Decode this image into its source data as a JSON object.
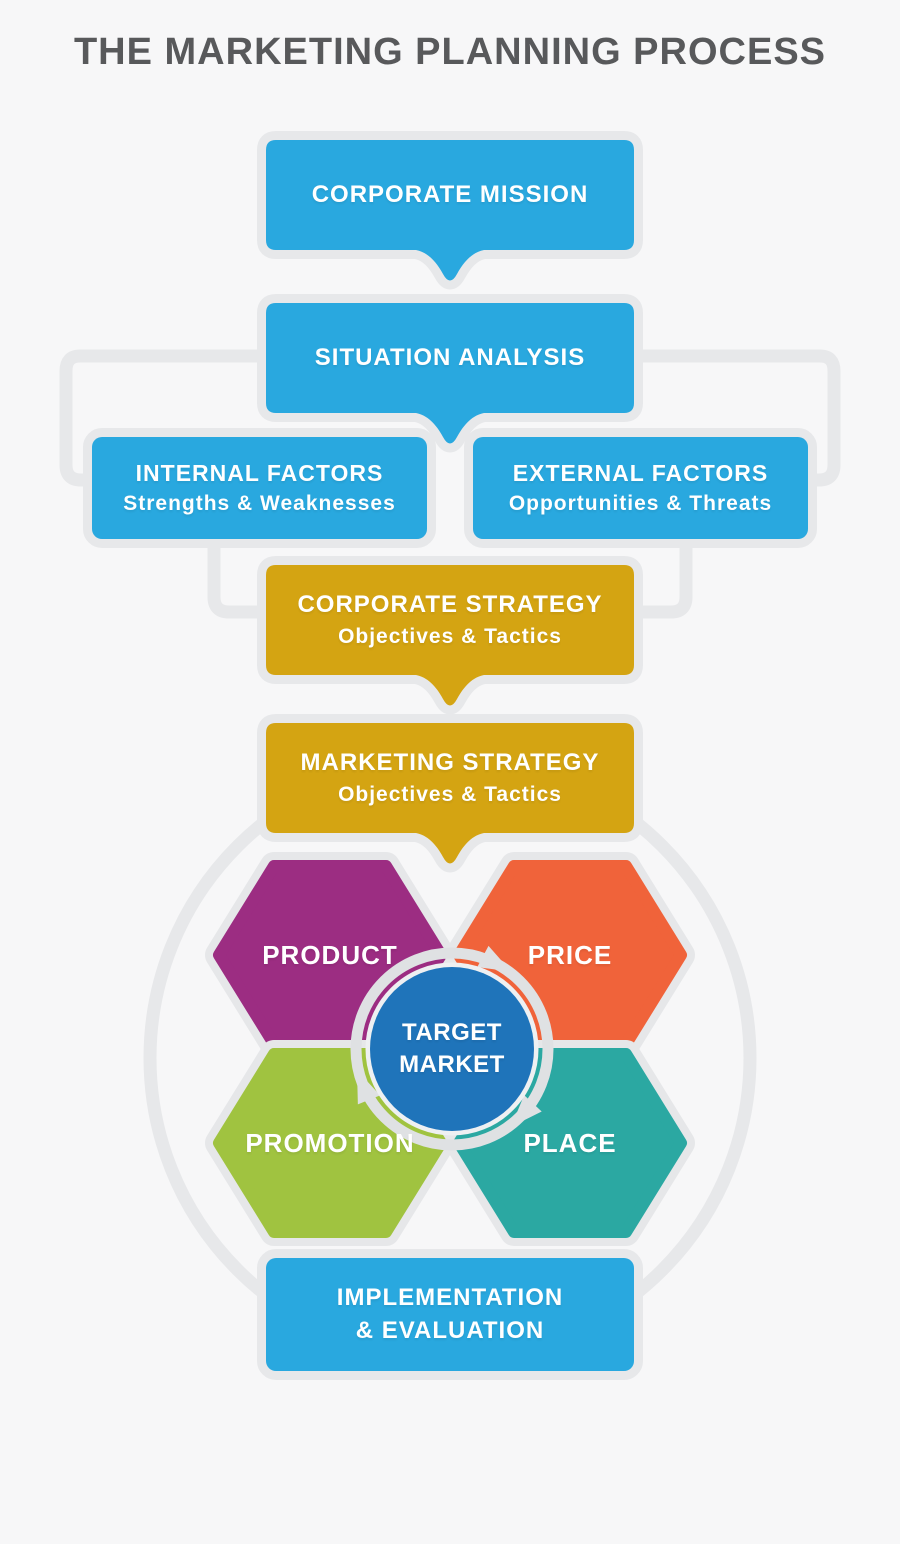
{
  "title": "THE MARKETING PLANNING PROCESS",
  "colors": {
    "background": "#f7f7f8",
    "blue": "#29a8df",
    "gold": "#d4a412",
    "purple": "#9c2d82",
    "orange": "#f0633a",
    "green": "#a0c340",
    "teal": "#2ba8a2",
    "target_blue": "#1f74ba",
    "connector_gray": "#e7e8ea",
    "title_gray": "#58595b"
  },
  "flow": {
    "corporate_mission": {
      "label": "CORPORATE MISSION"
    },
    "situation_analysis": {
      "label": "SITUATION ANALYSIS"
    },
    "internal_factors": {
      "line1": "INTERNAL FACTORS",
      "line2": "Strengths & Weaknesses"
    },
    "external_factors": {
      "line1": "EXTERNAL FACTORS",
      "line2": "Opportunities & Threats"
    },
    "corporate_strategy": {
      "line1": "CORPORATE STRATEGY",
      "line2": "Objectives & Tactics"
    },
    "marketing_strategy": {
      "line1": "MARKETING STRATEGY",
      "line2": "Objectives & Tactics"
    },
    "implementation_evaluation": {
      "line1": "IMPLEMENTATION",
      "line2": "& EVALUATION"
    }
  },
  "marketing_mix": {
    "product": {
      "label": "PRODUCT"
    },
    "price": {
      "label": "PRICE"
    },
    "promotion": {
      "label": "PROMOTION"
    },
    "place": {
      "label": "PLACE"
    },
    "target_market": {
      "line1": "TARGET",
      "line2": "MARKET"
    }
  },
  "icons": {
    "cycle_arrows": "clockwise-cycle-arrows"
  }
}
